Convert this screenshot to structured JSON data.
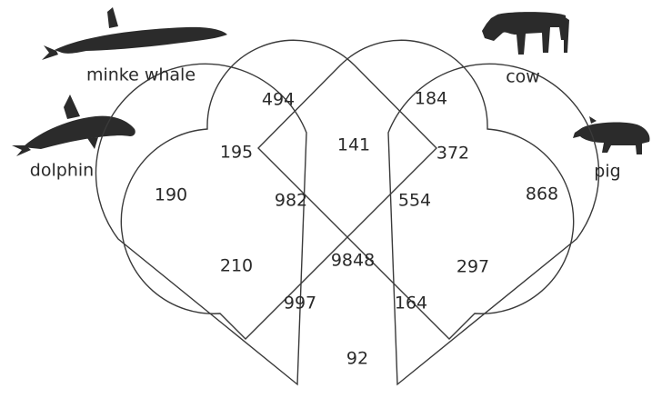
{
  "sets": {
    "minke_whale": {
      "label": "minke whale",
      "icon": "minke-whale-icon"
    },
    "cow": {
      "label": "cow",
      "icon": "cow-icon"
    },
    "dolphin": {
      "label": "dolphin",
      "icon": "dolphin-icon"
    },
    "pig": {
      "label": "pig",
      "icon": "pig-icon"
    }
  },
  "regions": {
    "minke_whale_only": "494",
    "cow_only": "184",
    "dolphin_only": "190",
    "pig_only": "868",
    "dolphin_minke_whale": "195",
    "minke_whale_cow": "141",
    "cow_pig": "372",
    "dolphin_minke_whale_cow": "982",
    "minke_whale_cow_pig": "554",
    "dolphin_cow": "210",
    "all_four": "9848",
    "minke_whale_pig": "297",
    "dolphin_minke_whale_pig": "997",
    "dolphin_cow_pig": "164",
    "dolphin_pig": "92"
  },
  "colors": {
    "outline": "#3a3a3a",
    "text": "#2a2a2a",
    "silhouette": "#2b2b2b"
  }
}
